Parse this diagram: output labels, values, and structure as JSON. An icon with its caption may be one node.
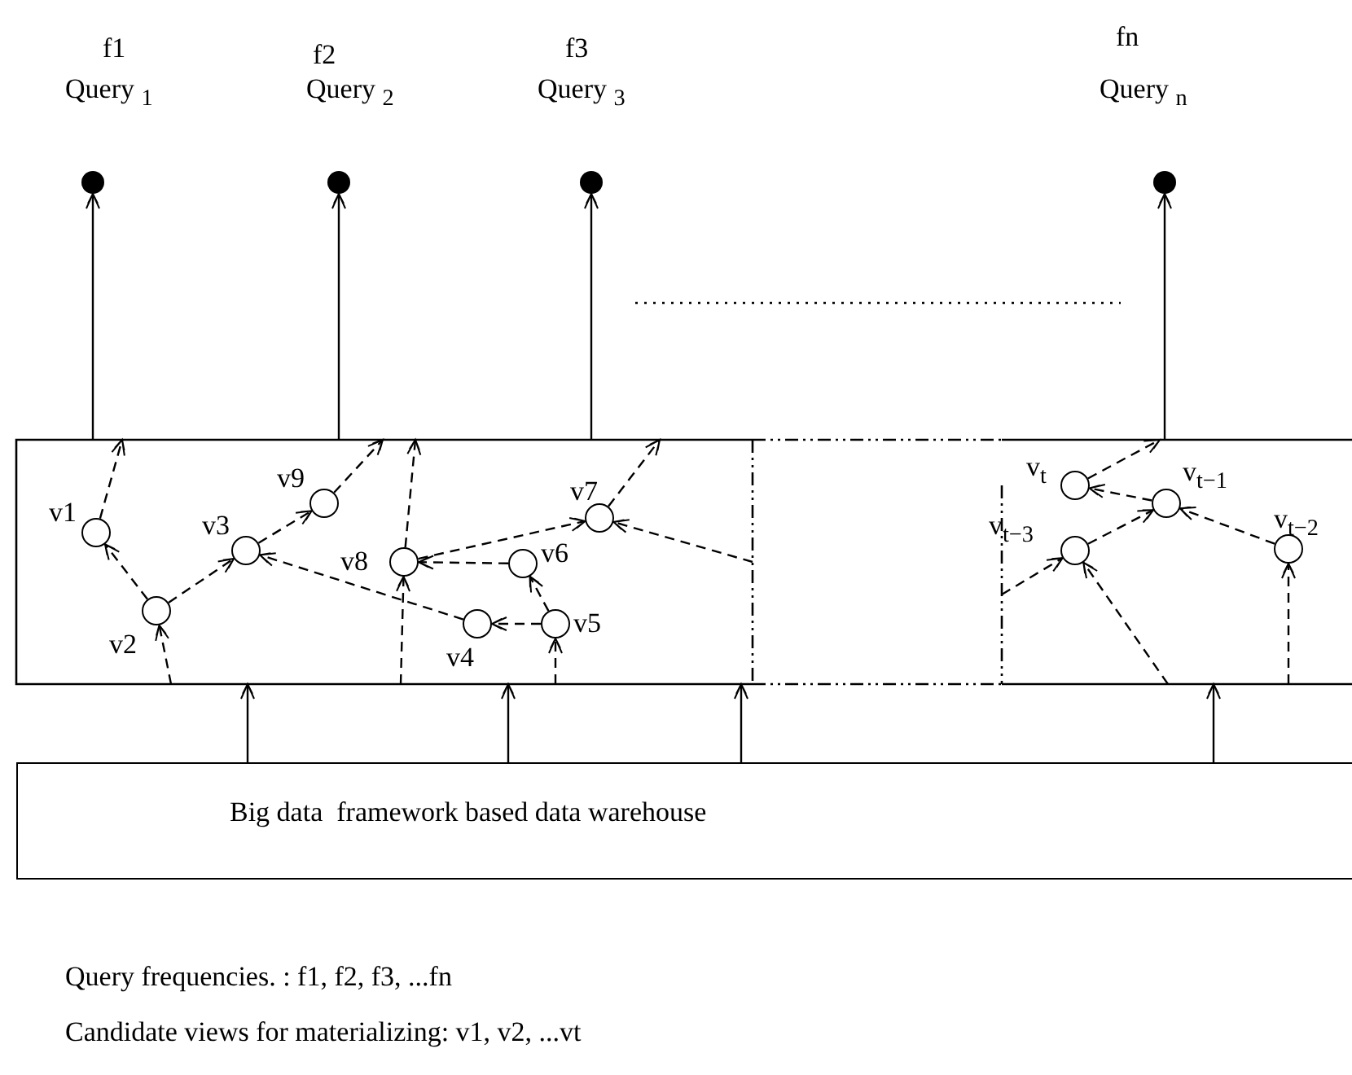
{
  "diagram": {
    "nodes": [
      {
        "text": [
          "f1",
          "Query $_{1}$"
        ]
      },
      {
        "text": [
          "f2",
          "Query $_{2}$"
        ]
      },
      {
        "text": [
          "f3",
          "Query $_{3}$"
        ]
      },
      {
        "text": [
          "fn",
          "Query $_{n}$"
        ]
      },
      {
        "text": [],
        "shape": "box"
      },
      {
        "text": [
          "v1"
        ],
        "in": 4
      },
      {
        "text": [
          "v9"
        ],
        "in": 4
      },
      {
        "text": [
          "v3"
        ],
        "in": 4
      },
      {
        "text": [
          "v7"
        ],
        "in": 4
      },
      {
        "text": [
          "v8"
        ],
        "in": 4
      },
      {
        "text": [
          "v6"
        ],
        "in": 4
      },
      {
        "text": [
          "v2"
        ],
        "in": 4
      },
      {
        "text": [
          "v5"
        ],
        "in": 4
      },
      {
        "text": [
          "v4"
        ],
        "in": 4
      },
      {
        "text": [
          "v$_{t}$"
        ],
        "in": 4
      },
      {
        "text": [
          "v$_{t−1}$"
        ],
        "in": 4
      },
      {
        "text": [
          "v$_{t−3}$"
        ],
        "in": 4
      },
      {
        "text": [
          "v$_{t−2}$"
        ],
        "in": 4
      },
      {
        "text": [
          "Big data  framework based data warehouse"
        ]
      }
    ],
    "edges": [
      {
        "from": 4,
        "to": 0,
        "arrow": "to"
      },
      {
        "from": 4,
        "to": 1,
        "arrow": "to"
      },
      {
        "from": 4,
        "to": 2,
        "arrow": "to"
      },
      {
        "from": 4,
        "to": 3,
        "arrow": "to"
      },
      {
        "from": 18,
        "to": 4,
        "arrow": "to"
      },
      {
        "from": 18,
        "to": 4,
        "arrow": "to"
      },
      {
        "from": 18,
        "to": 4,
        "arrow": "to"
      },
      {
        "from": 18,
        "to": 4,
        "arrow": "to"
      },
      {
        "from": 11,
        "to": 5,
        "arrow": "to",
        "style": "dashed"
      },
      {
        "from": 11,
        "to": 7,
        "arrow": "to",
        "style": "dashed"
      },
      {
        "from": 7,
        "to": 6,
        "arrow": "to",
        "style": "dashed"
      },
      {
        "from": 5,
        "to": null,
        "arrow": "to",
        "style": "dashed"
      },
      {
        "from": 6,
        "to": null,
        "arrow": "to",
        "style": "dashed"
      },
      {
        "from": 9,
        "to": null,
        "arrow": "to",
        "style": "dashed"
      },
      {
        "from": null,
        "to": 9,
        "arrow": "to",
        "style": "dashed"
      },
      {
        "from": null,
        "to": 11,
        "arrow": "to",
        "style": "dashed"
      },
      {
        "from": 13,
        "to": 7,
        "arrow": "to",
        "style": "dashed"
      },
      {
        "from": 12,
        "to": 13,
        "arrow": "to",
        "style": "dashed"
      },
      {
        "from": 12,
        "to": 10,
        "arrow": "to",
        "style": "dashed"
      },
      {
        "from": 10,
        "to": 9,
        "arrow": "to",
        "style": "dashed"
      },
      {
        "from": 9,
        "to": 8,
        "arrow": "to",
        "style": "dashed"
      },
      {
        "from": null,
        "to": 8,
        "arrow": "to",
        "style": "dashed"
      },
      {
        "from": 8,
        "to": null,
        "arrow": "to",
        "style": "dashed"
      },
      {
        "from": null,
        "to": 12,
        "arrow": "to",
        "style": "dashed"
      },
      {
        "from": 14,
        "to": null,
        "arrow": "to",
        "style": "dashed"
      },
      {
        "from": 15,
        "to": 14,
        "arrow": "to",
        "style": "dashed"
      },
      {
        "from": 17,
        "to": 15,
        "arrow": "to",
        "style": "dashed"
      },
      {
        "from": 16,
        "to": 15,
        "arrow": "to",
        "style": "dashed"
      },
      {
        "from": null,
        "to": 16,
        "arrow": "to",
        "style": "dashed"
      },
      {
        "from": null,
        "to": 16,
        "arrow": "to",
        "style": "dashed"
      },
      {
        "from": null,
        "to": 17,
        "arrow": "to",
        "style": "dashed"
      }
    ],
    "labels": [
      "Query frequencies. : f1, f2, f3, ...fn",
      "Candidate views for materializing: v1, v2, ...vt"
    ]
  }
}
